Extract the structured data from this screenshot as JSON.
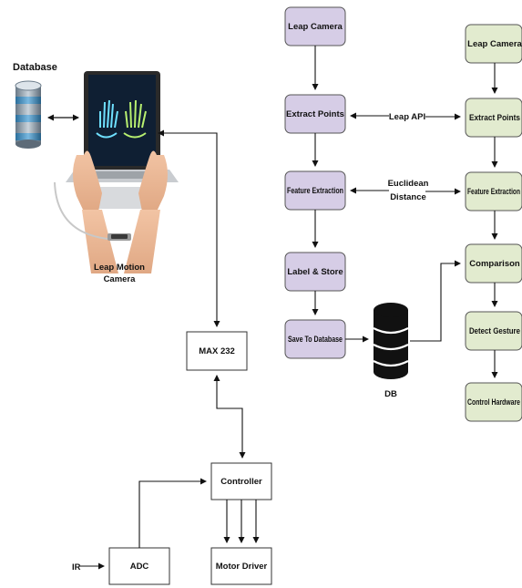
{
  "hardware": {
    "database_label": "Database",
    "camera_label_line1": "Leap Motion",
    "camera_label_line2": "Camera",
    "max232": "MAX 232",
    "controller": "Controller",
    "adc": "ADC",
    "motor_driver": "Motor Driver",
    "ir": "IR"
  },
  "training": {
    "leap_camera": "Leap Camera",
    "extract_points": "Extract Points",
    "feature_extraction": "Feature Extraction",
    "label_store": "Label & Store",
    "save_to_database": "Save To Database"
  },
  "links": {
    "leap_api": "Leap API",
    "euclidean_line1": "Euclidean",
    "euclidean_line2": "Distance",
    "db": "DB"
  },
  "recognition": {
    "leap_camera": "Leap Camera",
    "extract_points": "Extract Points",
    "feature_extraction": "Feature Extraction",
    "comparison": "Comparison",
    "detect_gesture": "Detect Gesture",
    "control_hardware": "Control Hardware"
  },
  "colors": {
    "training_fill": "#d6cde6",
    "recognition_fill": "#e2ebcf",
    "box_stroke": "#555555"
  }
}
